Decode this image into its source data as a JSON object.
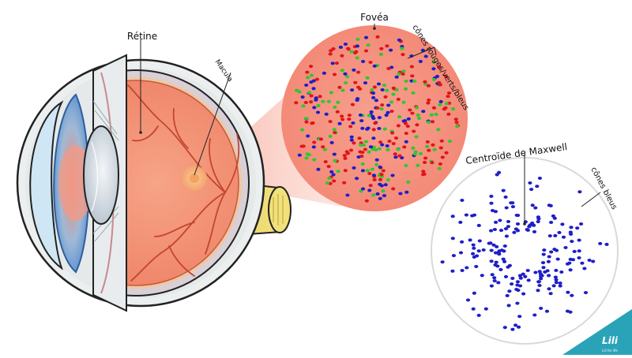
{
  "labels": {
    "retina": "Rétine",
    "macula": "Macula",
    "fovea": "Fovéa",
    "cones_rgb": "cônes rouges/verts/bleus",
    "maxwell": "Centroïde de Maxwell",
    "cones_blue": "cônes bleus"
  },
  "logo": {
    "name": "Lili",
    "tagline": "Lili for life"
  },
  "colors": {
    "retina": "#f2957a",
    "fovea_disc": "#f59a86",
    "macula": "#f6b37a",
    "cone_red": "#e0141b",
    "cone_green": "#2ec730",
    "cone_blue": "#1e1ec8",
    "logo": "#2aa3b8"
  }
}
